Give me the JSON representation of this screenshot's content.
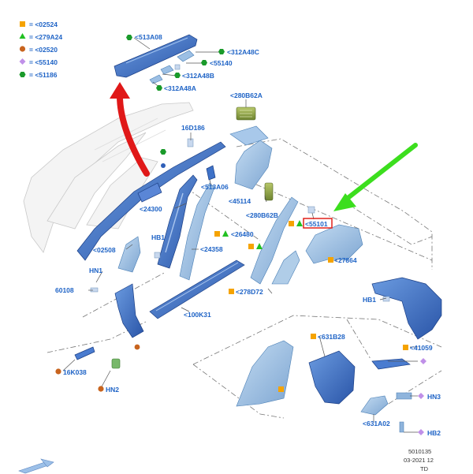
{
  "legend": [
    {
      "shape": "square",
      "color": "#f5a300",
      "text": "= <02524"
    },
    {
      "shape": "triangle",
      "color": "#22c022",
      "text": "= <279A24"
    },
    {
      "shape": "circle",
      "color": "#c8641e",
      "text": "= <02520"
    },
    {
      "shape": "diamond",
      "color": "#c090e8",
      "text": "= <55140"
    },
    {
      "shape": "hexagon",
      "color": "#1a9a2a",
      "text": "= <51186"
    }
  ],
  "labels": {
    "l513a08": "<513A08",
    "l312a48c": "<312A48C",
    "l55140": "<55140",
    "l312a48b": "<312A48B",
    "l312a48a": "<312A48A",
    "l280b62a": "<280B62A",
    "l16d186": "16D186",
    "l513a06": "<513A06",
    "l24300": "<24300",
    "l45114": "<45114",
    "l280b62b": "<280B62B",
    "l55101": "<55101",
    "l26480": "<26480",
    "lhb1a": "HB1",
    "l02508": "<02508",
    "l24358": "<24358",
    "l27864": "<27864",
    "lhn1": "HN1",
    "l60108": "60108",
    "l278d72": "<278D72",
    "lhb1b": "HB1",
    "l100k31": "<100K31",
    "l631b28": "<631B28",
    "l41059": "<41059",
    "l16k038": "16K038",
    "lhn2": "HN2",
    "lhn3": "HN3",
    "l631a02": "<631A02",
    "lhb2": "HB2"
  },
  "footer": {
    "code": "5010135",
    "date": "03-2021 12",
    "tag": "TD"
  },
  "colors": {
    "label_blue": "#1e63c6",
    "part_blue": "#3e72c8",
    "part_light": "#8fb4dc",
    "red_arrow": "#e01818",
    "green_arrow": "#3cde1e",
    "highlight_box": "#e0201a"
  }
}
